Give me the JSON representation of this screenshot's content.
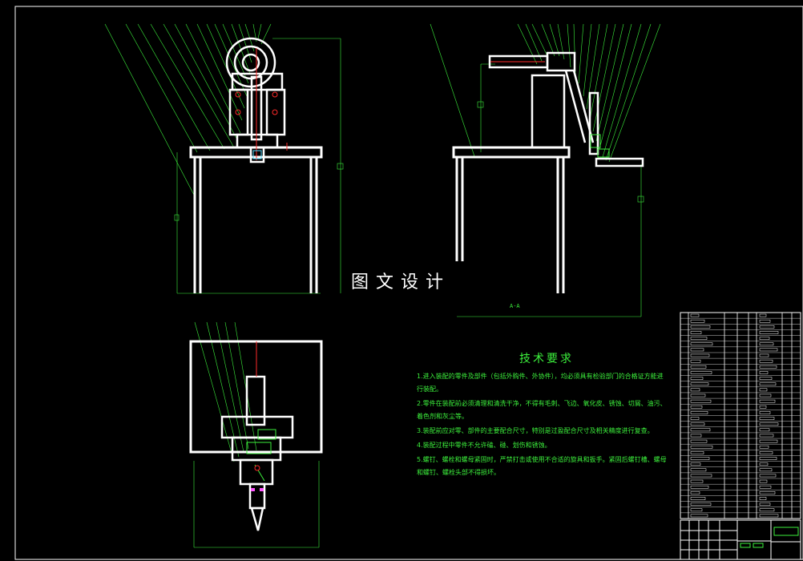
{
  "drawing": {
    "watermark": "图文设计",
    "section_label": "A-A",
    "tech_requirements": {
      "title": "技术要求",
      "items": [
        "1.进入装配的零件及部件（包括外购件、外协件），均必须具有检验部门的合格证方能进行装配。",
        "2.零件在装配前必须清理和清洗干净，不得有毛刺、飞边、氧化皮、锈蚀、切屑、油污、着色剂和灰尘等。",
        "3.装配前应对零、部件的主要配合尺寸，特别是过盈配合尺寸及相关精度进行复查。",
        "4.装配过程中零件不允许磕、碰、划伤和锈蚀。",
        "5.螺钉、螺栓和螺母紧固时，严禁打击或使用不合适的旋具和扳手。紧固后螺钉槽、螺母和螺钉、螺栓头部不得损坏。"
      ]
    },
    "colors": {
      "background": "#000000",
      "outline": "#ffffff",
      "annotation": "#3cf03c",
      "centerline": "#ff2a2a",
      "accent": "#ff55ff"
    }
  }
}
